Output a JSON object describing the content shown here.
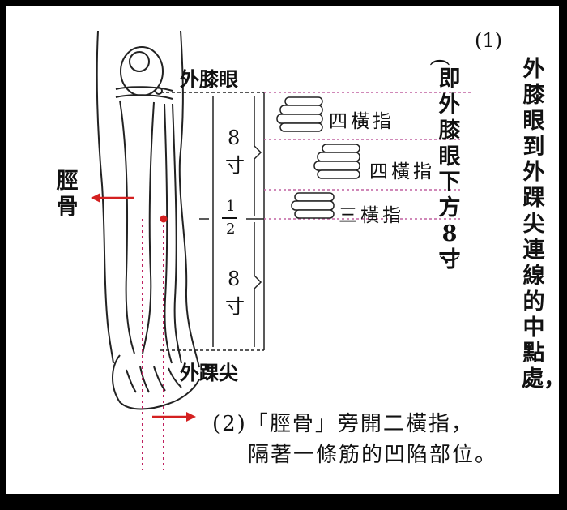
{
  "labels": {
    "outer_knee_eye": "外膝眼",
    "outer_ankle_tip": "外踝尖",
    "tibia": "脛骨",
    "four_fingers_1": "四橫指",
    "four_fingers_2": "四橫指",
    "three_fingers": "三橫指",
    "upper_measure_num": "8",
    "upper_measure_unit": "寸",
    "half_num": "1",
    "half_den": "2",
    "lower_measure_num": "8",
    "lower_measure_unit": "寸"
  },
  "note1": {
    "number": "(1)",
    "main_text": "外膝眼到外踝尖連線的中點處，",
    "paren_open": "(",
    "paren_text": "即外膝眼下方8寸",
    "paren_close": ")"
  },
  "note2": {
    "line1": "(2)「脛骨」旁開二橫指，",
    "line2": "隔著一條筋的凹陷部位。"
  },
  "colors": {
    "marker_red": "#d42020",
    "dotted_guide": "#c060a0",
    "ink": "#111111"
  }
}
